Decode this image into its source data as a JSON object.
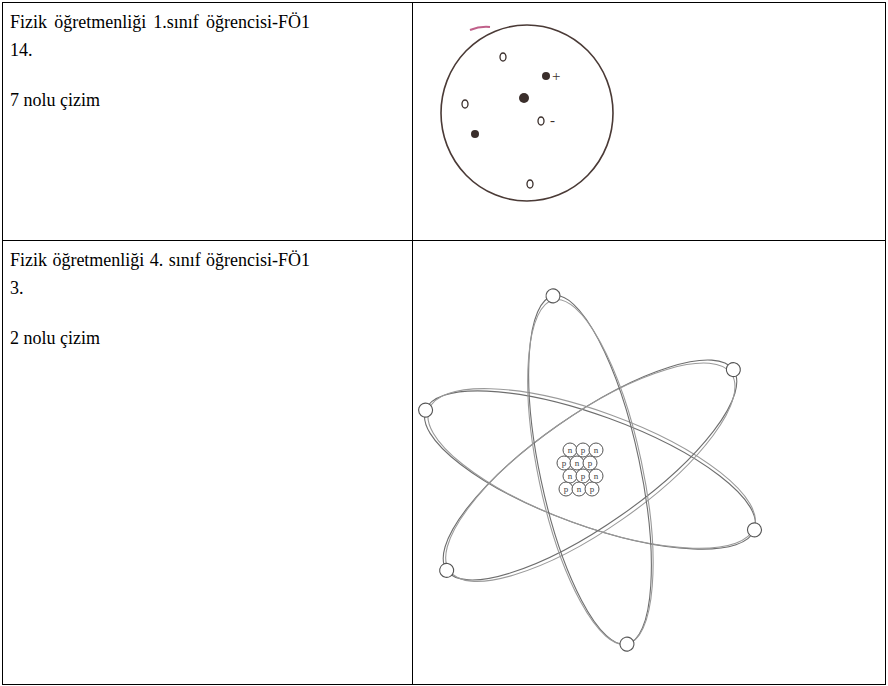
{
  "diagram": {
    "labels": [
      "Fizik öğretmenliği 1.sınıf öğrencisi-FÖ1 14.",
      "7 nolu çizim",
      "+",
      "-",
      "Fizik öğretmenliği 4. sınıf öğrencisi-FÖ1 3.",
      "2 nolu çizim",
      "n",
      "p",
      "n",
      "p",
      "n",
      "p",
      "n",
      "p",
      "n",
      "p",
      "n",
      "p"
    ]
  }
}
